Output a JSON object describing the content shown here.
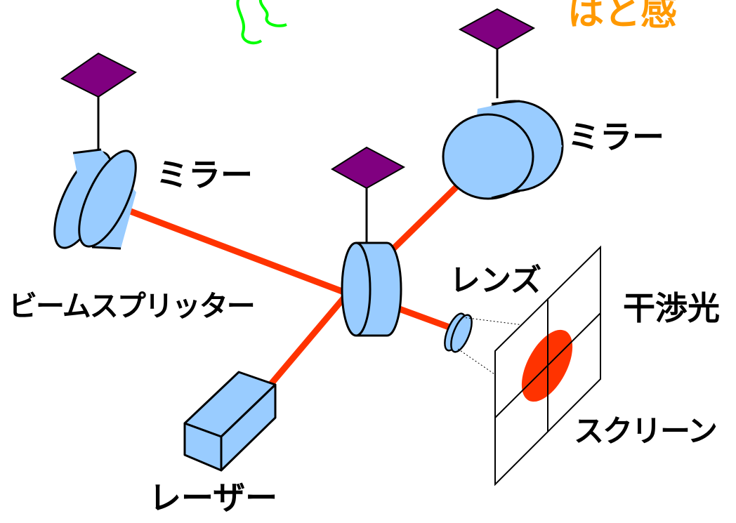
{
  "labels": {
    "mirror_left": "ミラー",
    "mirror_right": "ミラー",
    "beam_splitter": "ビームスプリッター",
    "laser": "レーザー",
    "lens": "レンズ",
    "interference_light": "干渉光",
    "screen": "スクリーン",
    "title_fragment": "はと感"
  },
  "colors": {
    "component_fill": "#99ccff",
    "beam": "#ff3300",
    "detector": "#800080",
    "title_fragment": "#ff9900",
    "wave_glyph": "#00ff00",
    "outline": "#000000"
  }
}
